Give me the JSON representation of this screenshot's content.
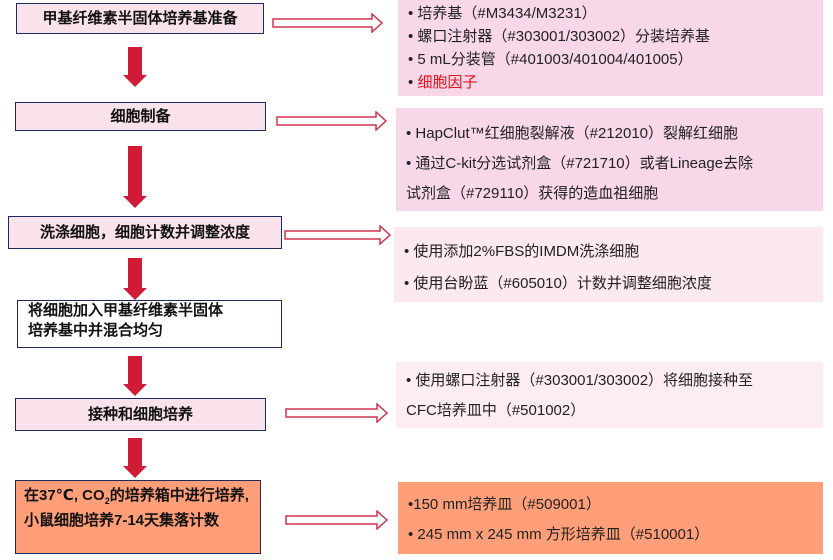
{
  "steps": [
    {
      "label": "甲基纤维素半固体培养基准备"
    },
    {
      "label": "细胞制备"
    },
    {
      "label": "洗涤细胞，细胞计数并调整浓度"
    },
    {
      "label_line1": "将细胞加入甲基纤维素半固体",
      "label_line2": "培养基中并混合均匀"
    },
    {
      "label": "接种和细胞培养"
    },
    {
      "label_pre": "在37℃, CO",
      "label_sub": "2",
      "label_post": "的培养箱中进行培养, 小鼠细胞培养7-14天集落计数"
    }
  ],
  "panels": [
    {
      "items": [
        "• 培养基（#M3434/M3231）",
        "• 螺口注射器（#303001/303002）分装培养基",
        "• 5 mL分装管（#401003/401004/401005）"
      ],
      "highlight_bullet": "•",
      "highlight": "细胞因子",
      "highlight_color": "#e8101a"
    },
    {
      "items": [
        "• HapClut™红细胞裂解液（#212010）裂解红细胞",
        "• 通过C-kit分选试剂盒（#721710）或者Lineage去除",
        "试剂盒（#729110）获得的造血祖细胞"
      ]
    },
    {
      "items": [
        "• 使用添加2%FBS的IMDM洗涤细胞",
        "• 使用台盼蓝（#605010）计数并调整细胞浓度"
      ]
    },
    {
      "items": [
        "• 使用螺口注射器（#303001/303002）将细胞接种至",
        "CFC培养皿中（#501002）"
      ]
    },
    {
      "items": [
        "•150 mm培养皿（#509001）",
        "• 245 mm x 245 mm 方形培养皿（#510001）"
      ]
    }
  ],
  "colors": {
    "arrow": "#d01b36",
    "border": "#1f2a5c",
    "step_fill": "#f9e2ec",
    "final_fill": "#ff9e78"
  }
}
